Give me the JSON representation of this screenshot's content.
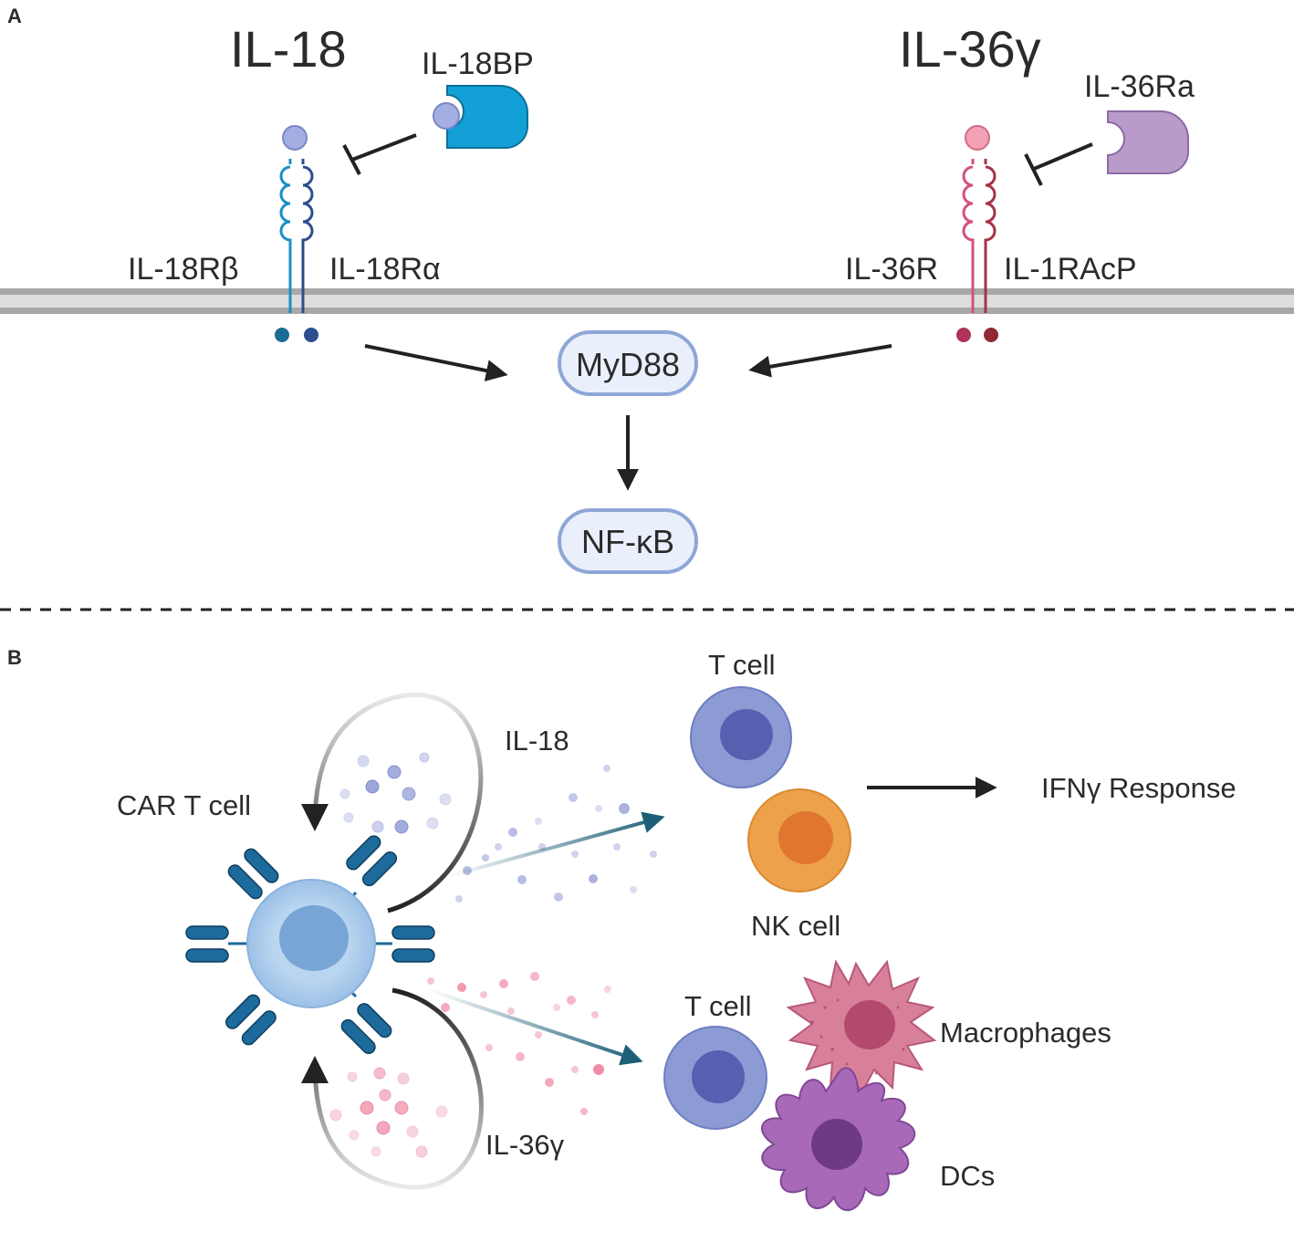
{
  "panel_a": {
    "letter": "A",
    "ligand_left": "IL-18",
    "ligand_right": "IL-36γ",
    "inhibitor_left": "IL-18BP",
    "inhibitor_right": "IL-36Ra",
    "receptor_left_1": "IL-18Rβ",
    "receptor_left_2": "IL-18Rα",
    "receptor_right_1": "IL-36R",
    "receptor_right_2": "IL-1RAcP",
    "adaptor": "MyD88",
    "transcription_factor": "NF-κB"
  },
  "panel_b": {
    "letter": "B",
    "car_t_cell": "CAR T cell",
    "cytokine_top": "IL-18",
    "cytokine_bottom": "IL-36γ",
    "t_cell_top": "T cell",
    "nk_cell": "NK cell",
    "response": "IFNγ Response",
    "t_cell_bottom": "T cell",
    "macrophages": "Macrophages",
    "dcs": "DCs"
  },
  "colors": {
    "il18_blue": "#12a0d6",
    "il18_ligand": "#aab4e6",
    "il36_pink": "#d04a70",
    "il36_ligand": "#f08aa3",
    "il36ra_purple": "#b89bc8",
    "membrane": "#bfbfbf",
    "box_fill": "#eaf0fb",
    "box_stroke": "#8ea6d8",
    "arrow": "#222222",
    "teal_arrow": "#1d5e78",
    "t_cell": "#8c9bd4",
    "nk_cell": "#eb9a3f",
    "macrophage": "#d27a92",
    "dc": "#a869b8",
    "car_t_cell": "#b6d3ef"
  }
}
